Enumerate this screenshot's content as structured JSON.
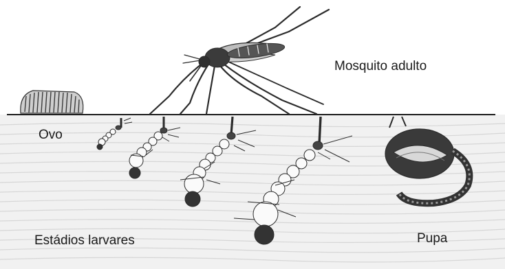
{
  "labels": {
    "adult": "Mosquito adulto",
    "egg": "Ovo",
    "larva": "Estádios larvares",
    "pupa": "Pupa"
  },
  "colors": {
    "water": "#f1f1f1",
    "water_lines": "#d7d7d7",
    "surface_line": "#1a1a1a",
    "ink": "#2b2b2b"
  }
}
